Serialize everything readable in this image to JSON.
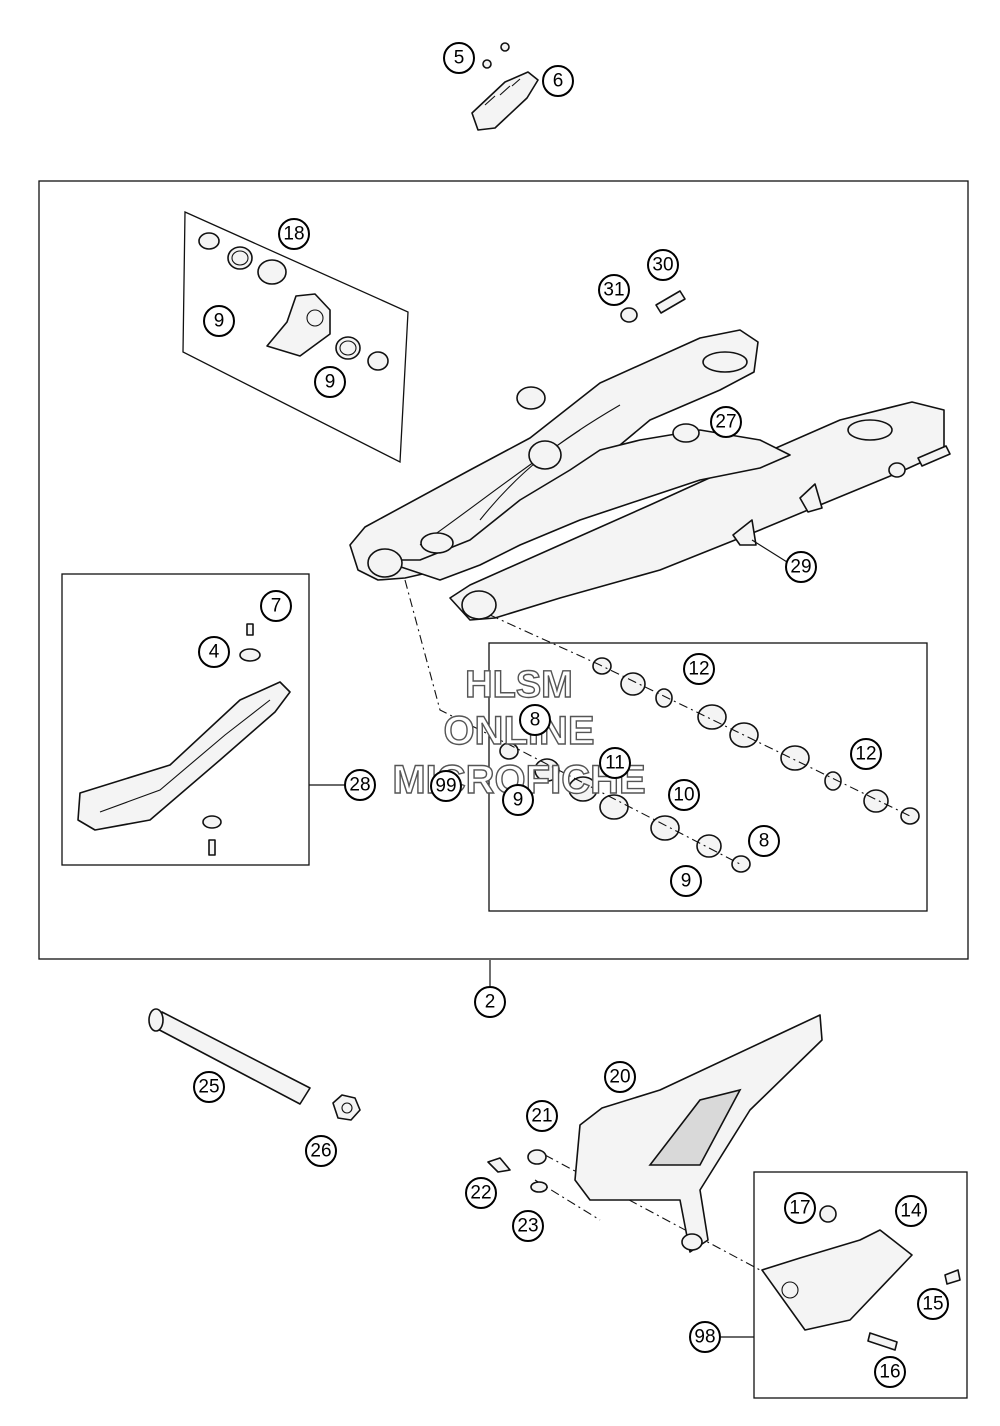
{
  "watermark": {
    "line1": "HLSM",
    "line2": "ONLINE",
    "line3": "MICROFICHE"
  },
  "callouts": {
    "c2": "2",
    "c4": "4",
    "c5": "5",
    "c6": "6",
    "c7": "7",
    "c8a": "8",
    "c8b": "8",
    "c9a": "9",
    "c9b": "9",
    "c9c": "9",
    "c9d": "9",
    "c10": "10",
    "c11": "11",
    "c12a": "12",
    "c12b": "12",
    "c14": "14",
    "c15": "15",
    "c16": "16",
    "c17": "17",
    "c18": "18",
    "c20": "20",
    "c21": "21",
    "c22": "22",
    "c23": "23",
    "c25": "25",
    "c26": "26",
    "c27": "27",
    "c28": "28",
    "c29": "29",
    "c30": "30",
    "c31": "31",
    "c98": "98",
    "c99": "99"
  }
}
